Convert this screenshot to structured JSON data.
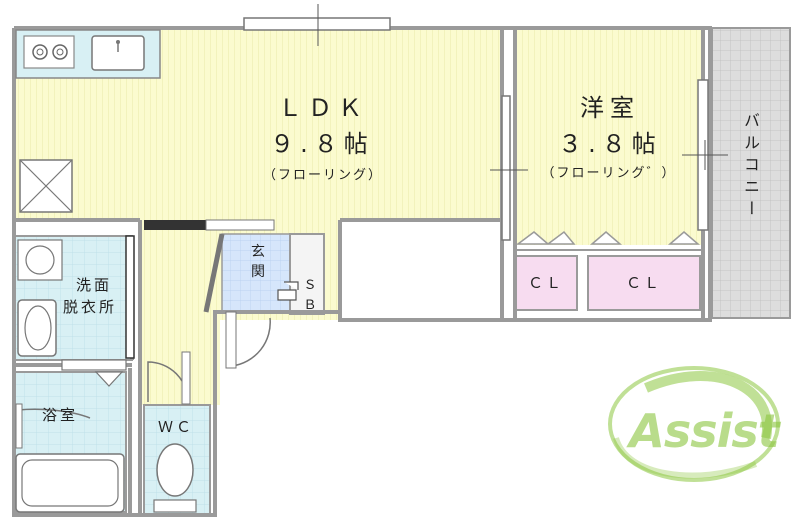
{
  "rooms": {
    "ldk": {
      "name": "ＬＤＫ",
      "size": "９.８帖",
      "floor": "（フローリング）"
    },
    "western": {
      "name": "洋室",
      "size": "３.８帖",
      "floor": "（フローリング゛）"
    },
    "balcony": {
      "name": "バルコニー"
    },
    "closet1": {
      "name": "ＣＬ"
    },
    "closet2": {
      "name": "ＣＬ"
    },
    "entrance": {
      "name": "玄関"
    },
    "shoebox": {
      "line1": "Ｓ",
      "line2": "Ｂ"
    },
    "washroom": {
      "line1": "洗面",
      "line2": "脱衣所"
    },
    "bathroom": {
      "name": "浴室"
    },
    "toilet": {
      "name": "ＷＣ"
    }
  },
  "logo": {
    "text": "Assist"
  },
  "colors": {
    "ldk_floor": "#fbfbcf",
    "wet_area": "#d8f0f4",
    "entrance": "#d6e6fb",
    "closet": "#f7dcf0",
    "balcony": "#dddddd",
    "wall": "#9a9a9a",
    "logo_green": "#8cc63f"
  }
}
